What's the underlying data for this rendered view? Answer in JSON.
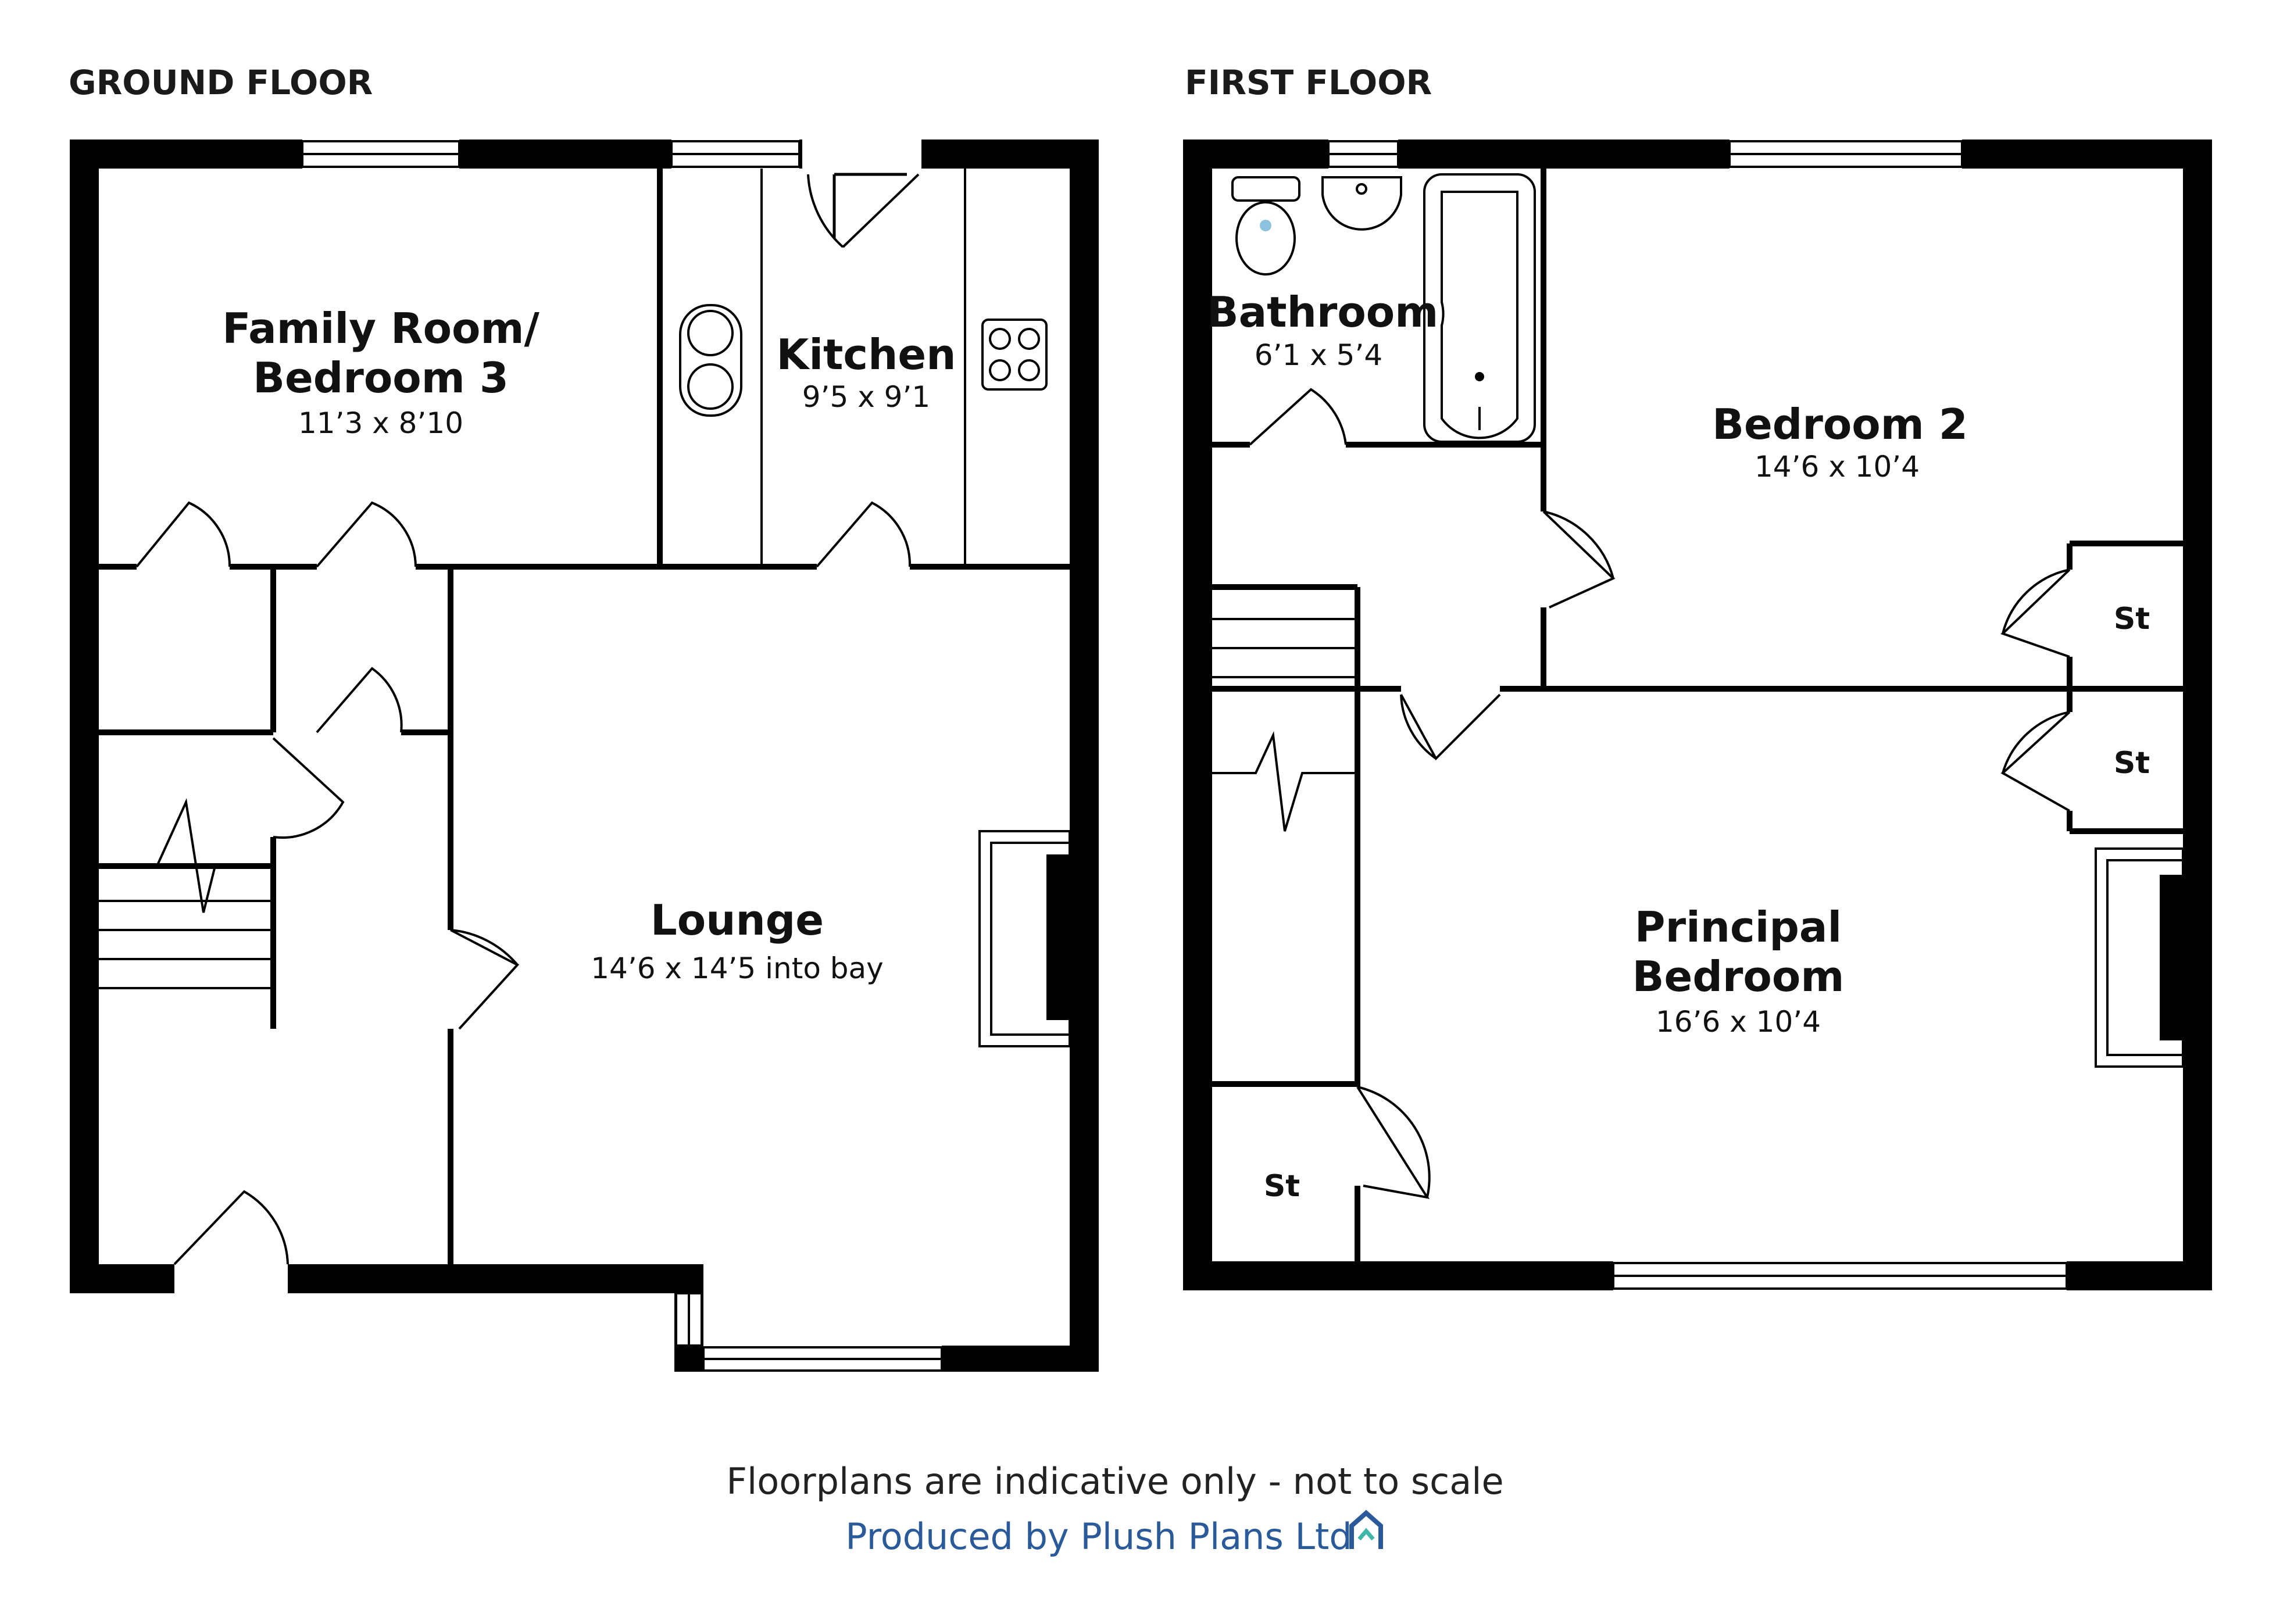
{
  "floors": {
    "ground": {
      "title": "GROUND FLOOR",
      "rooms": {
        "family_room": {
          "name_line1": "Family Room/",
          "name_line2": "Bedroom 3",
          "dims": "11’3 x 8’10"
        },
        "kitchen": {
          "name": "Kitchen",
          "dims": "9’5 x 9’1"
        },
        "lounge": {
          "name": "Lounge",
          "dims": "14’6 x 14’5 into bay"
        }
      }
    },
    "first": {
      "title": "FIRST FLOOR",
      "rooms": {
        "bathroom": {
          "name": "Bathroom",
          "dims": "6’1 x 5’4"
        },
        "bedroom2": {
          "name": "Bedroom 2",
          "dims": "14’6 x 10’4"
        },
        "principal": {
          "name_line1": "Principal",
          "name_line2": "Bedroom",
          "dims": "16’6 x 10’4"
        }
      },
      "stores": [
        "St",
        "St",
        "St"
      ]
    }
  },
  "footer": {
    "note": "Floorplans are indicative only - not to scale",
    "credit": "Produced by Plush Plans Ltd"
  },
  "colors": {
    "wall": "#000000",
    "credit": "#2a5a9a",
    "background": "#ffffff"
  },
  "icons": [
    "house-logo-icon"
  ]
}
